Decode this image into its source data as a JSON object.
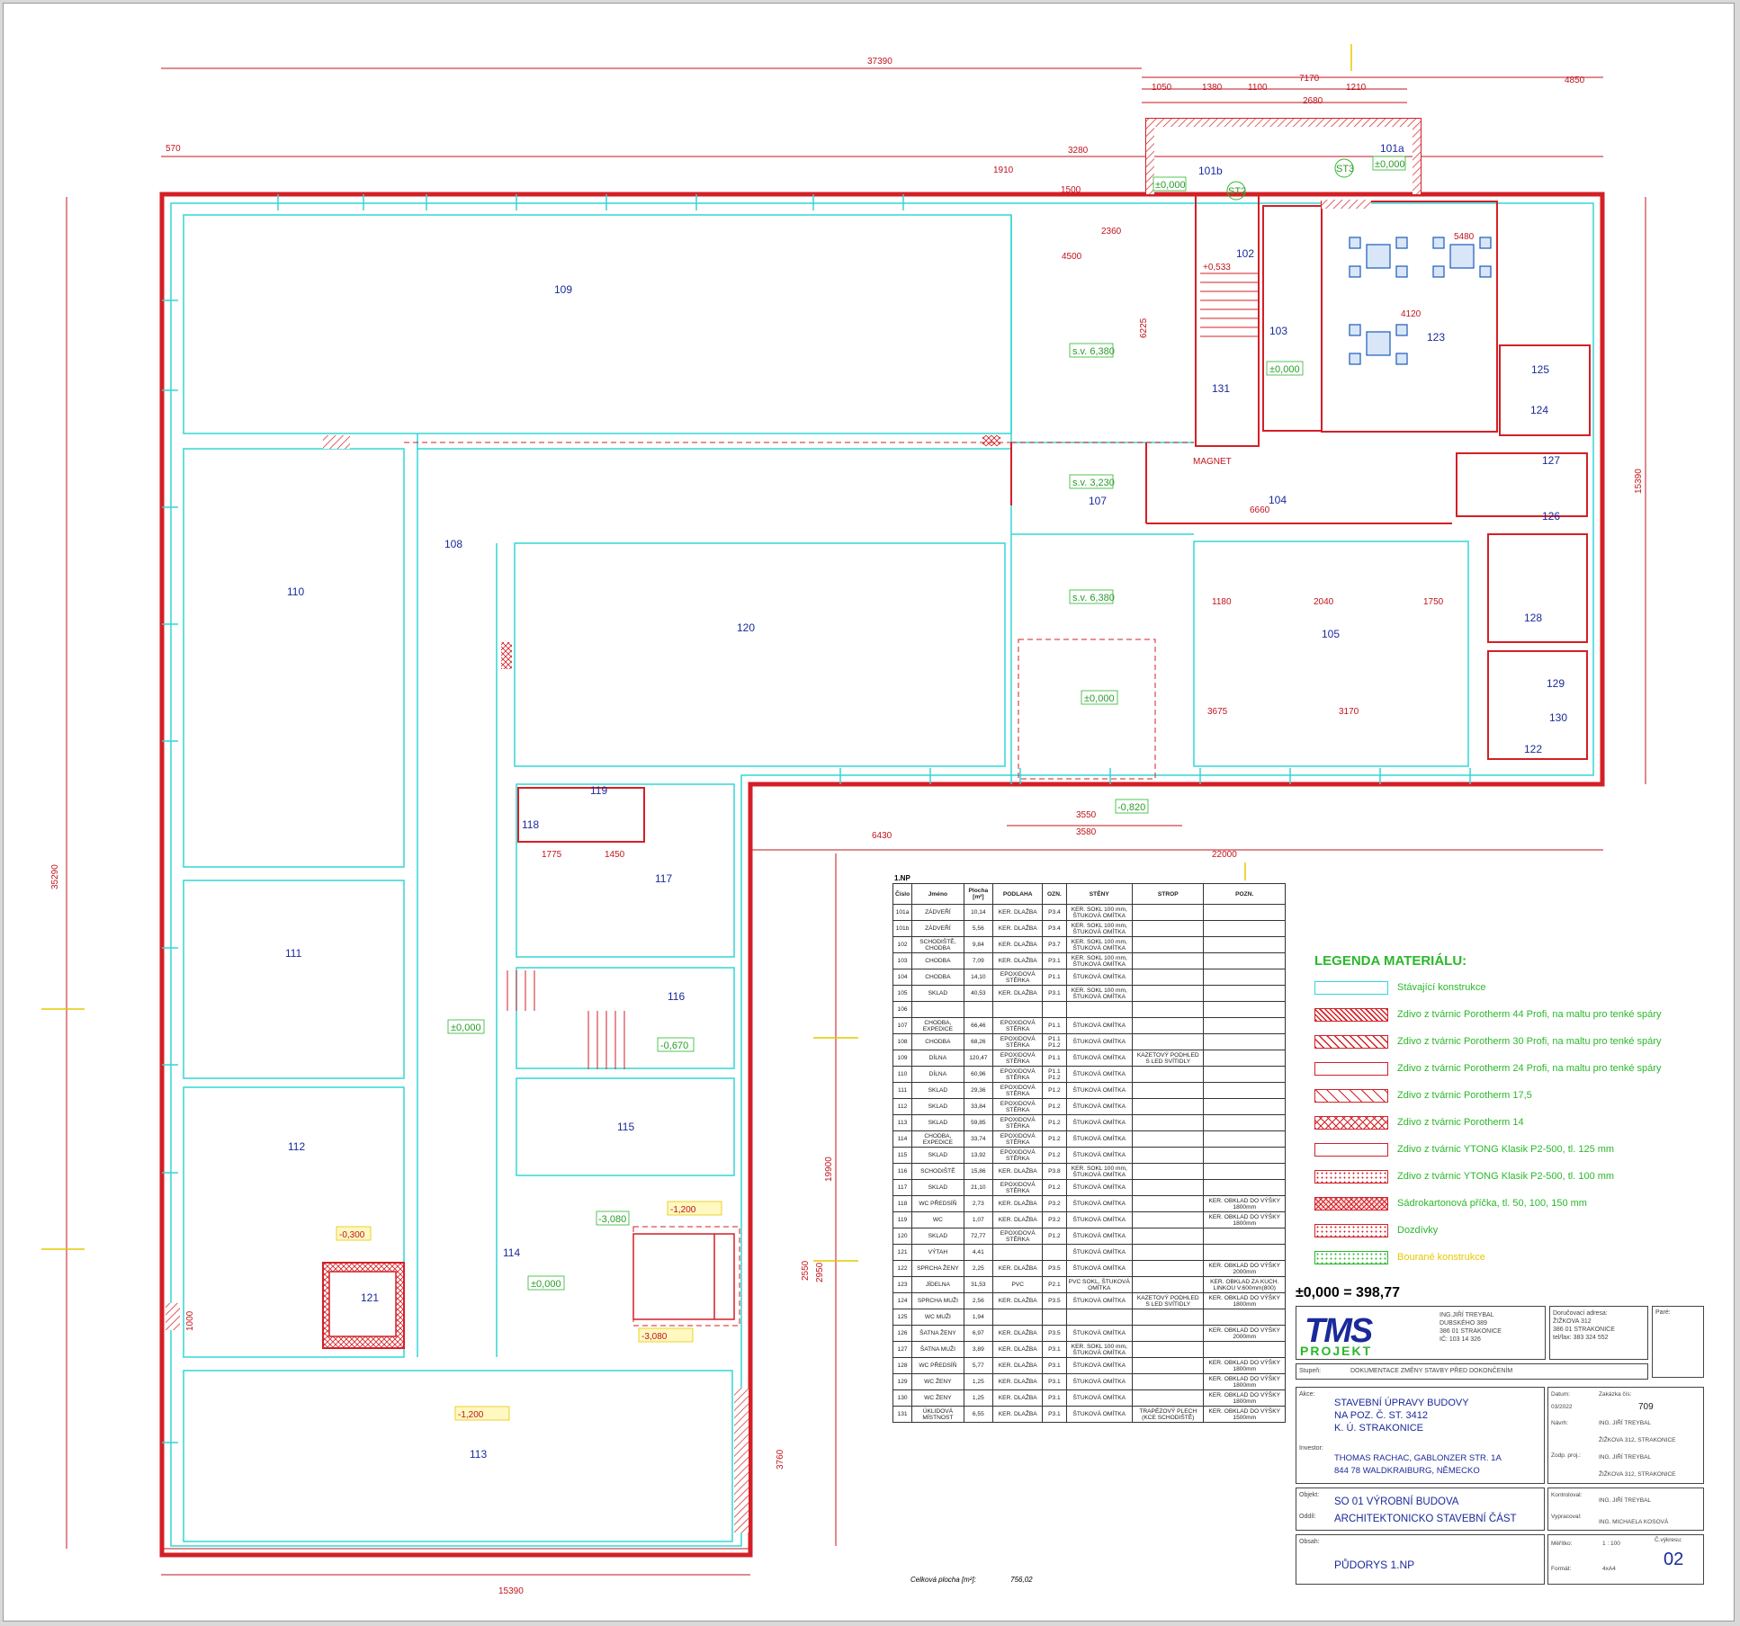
{
  "colors": {
    "existing": "#33d6d6",
    "new_wall": "#d41f26",
    "dim": "#c0141c",
    "room_no": "#1a2a9a",
    "green": "#2ab82a"
  },
  "dims": {
    "top_overall": "37390",
    "top_right_a": "7170",
    "top_right_b": "4850",
    "left_overall": "35290",
    "bottom_a": "15390",
    "bottom_b": "22000",
    "right_overall": "15390",
    "mid_vertical": "19900",
    "dims_570": "570",
    "d_1910": "1910",
    "d_1500": "1500",
    "d_6430": "6430",
    "d_3580": "3580",
    "d_3550": "3550",
    "d_4500": "4500",
    "d_6225": "6225",
    "d_6660": "6660",
    "d_1050": "1050",
    "d_1380": "1380",
    "d_1100": "1100",
    "d_1210": "1210",
    "d_2680": "2680",
    "d_3280": "3280",
    "d_2360": "2360",
    "d_5480": "5480",
    "d_4120": "4120",
    "d_3675": "3675",
    "d_3170": "3170",
    "d_1180": "1180",
    "d_2040": "2040",
    "d_1750": "1750",
    "d_3760": "3760",
    "d_2950": "2950",
    "d_2550": "2550",
    "d_1775": "1775",
    "d_1450": "1450",
    "d_1000": "1000"
  },
  "rooms": {
    "r101a": "101a",
    "r101b": "101b",
    "r102": "102",
    "r103": "103",
    "r104": "104",
    "r105": "105",
    "r107": "107",
    "r108": "108",
    "r109": "109",
    "r110": "110",
    "r111": "111",
    "r112": "112",
    "r113": "113",
    "r114": "114",
    "r115": "115",
    "r116": "116",
    "r117": "117",
    "r118": "118",
    "r119": "119",
    "r120": "120",
    "r121": "121",
    "r122": "122",
    "r123": "123",
    "r124": "124",
    "r125": "125",
    "r126": "126",
    "r127": "127",
    "r128": "128",
    "r129": "129",
    "r130": "130",
    "r131": "131"
  },
  "levels": {
    "l0": "±0,000",
    "sv6380": "s.v. 6,380",
    "sv3230": "s.v. 3,230",
    "m670": "-0,670",
    "m3080": "-3,080",
    "m820": "-0,820",
    "m300": "-0,300",
    "m1200": "-1,200",
    "p533": "+0,533",
    "ST2": "ST2",
    "ST3": "ST3",
    "magnet": "MAGNET"
  },
  "table": {
    "caption": "1.NP",
    "headers": [
      "Číslo",
      "Jméno",
      "Plocha [m²]",
      "PODLAHA",
      "OZN.",
      "STĚNY",
      "STROP",
      "POZN."
    ],
    "rows": [
      [
        "101a",
        "ZÁDVEŘÍ",
        "10,14",
        "KER. DLAŽBA",
        "P3.4",
        "KER. SOKL 100 mm, ŠTUKOVÁ OMÍTKA",
        "",
        ""
      ],
      [
        "101b",
        "ZÁDVEŘÍ",
        "5,56",
        "KER. DLAŽBA",
        "P3.4",
        "KER. SOKL 100 mm, ŠTUKOVÁ OMÍTKA",
        "",
        ""
      ],
      [
        "102",
        "SCHODIŠTĚ, CHODBA",
        "9,84",
        "KER. DLAŽBA",
        "P3.7",
        "KER. SOKL 100 mm, ŠTUKOVÁ OMÍTKA",
        "",
        ""
      ],
      [
        "103",
        "CHODBA",
        "7,09",
        "KER. DLAŽBA",
        "P3.1",
        "KER. SOKL 100 mm, ŠTUKOVÁ OMÍTKA",
        "",
        ""
      ],
      [
        "104",
        "CHODBA",
        "14,10",
        "EPOXIDOVÁ STĚRKA",
        "P1.1",
        "ŠTUKOVÁ OMÍTKA",
        "",
        ""
      ],
      [
        "105",
        "SKLAD",
        "40,53",
        "KER. DLAŽBA",
        "P3.1",
        "KER. SOKL 100 mm, ŠTUKOVÁ OMÍTKA",
        "",
        ""
      ],
      [
        "106",
        "",
        "",
        "",
        "",
        "",
        "",
        ""
      ],
      [
        "107",
        "CHODBA, EXPEDICE",
        "66,46",
        "EPOXIDOVÁ STĚRKA",
        "P1.1",
        "ŠTUKOVÁ OMÍTKA",
        "",
        ""
      ],
      [
        "108",
        "CHODBA",
        "68,26",
        "EPOXIDOVÁ STĚRKA",
        "P1.1 P1.2",
        "ŠTUKOVÁ OMÍTKA",
        "",
        ""
      ],
      [
        "109",
        "DÍLNA",
        "120,47",
        "EPOXIDOVÁ STĚRKA",
        "P1.1",
        "ŠTUKOVÁ OMÍTKA",
        "KAZETOVÝ PODHLED S LED SVÍTIDLY",
        ""
      ],
      [
        "110",
        "DÍLNA",
        "60,96",
        "EPOXIDOVÁ STĚRKA",
        "P1.1 P1.2",
        "ŠTUKOVÁ OMÍTKA",
        "",
        ""
      ],
      [
        "111",
        "SKLAD",
        "29,36",
        "EPOXIDOVÁ STĚRKA",
        "P1.2",
        "ŠTUKOVÁ OMÍTKA",
        "",
        ""
      ],
      [
        "112",
        "SKLAD",
        "33,84",
        "EPOXIDOVÁ STĚRKA",
        "P1.2",
        "ŠTUKOVÁ OMÍTKA",
        "",
        ""
      ],
      [
        "113",
        "SKLAD",
        "59,85",
        "EPOXIDOVÁ STĚRKA",
        "P1.2",
        "ŠTUKOVÁ OMÍTKA",
        "",
        ""
      ],
      [
        "114",
        "CHODBA, EXPEDICE",
        "33,74",
        "EPOXIDOVÁ STĚRKA",
        "P1.2",
        "ŠTUKOVÁ OMÍTKA",
        "",
        ""
      ],
      [
        "115",
        "SKLAD",
        "13,92",
        "EPOXIDOVÁ STĚRKA",
        "P1.2",
        "ŠTUKOVÁ OMÍTKA",
        "",
        ""
      ],
      [
        "116",
        "SCHODIŠTĚ",
        "15,86",
        "KER. DLAŽBA",
        "P3.8",
        "KER. SOKL 100 mm, ŠTUKOVÁ OMÍTKA",
        "",
        ""
      ],
      [
        "117",
        "SKLAD",
        "21,10",
        "EPOXIDOVÁ STĚRKA",
        "P1.2",
        "ŠTUKOVÁ OMÍTKA",
        "",
        ""
      ],
      [
        "118",
        "WC PŘEDSÍŇ",
        "2,73",
        "KER. DLAŽBA",
        "P3.2",
        "ŠTUKOVÁ OMÍTKA",
        "",
        "KER. OBKLAD DO VÝŠKY 1800mm"
      ],
      [
        "119",
        "WC",
        "1,07",
        "KER. DLAŽBA",
        "P3.2",
        "ŠTUKOVÁ OMÍTKA",
        "",
        "KER. OBKLAD DO VÝŠKY 1800mm"
      ],
      [
        "120",
        "SKLAD",
        "72,77",
        "EPOXIDOVÁ STĚRKA",
        "P1.2",
        "ŠTUKOVÁ OMÍTKA",
        "",
        ""
      ],
      [
        "121",
        "VÝTAH",
        "4,41",
        "",
        "",
        "ŠTUKOVÁ OMÍTKA",
        "",
        ""
      ],
      [
        "122",
        "SPRCHA ŽENY",
        "2,25",
        "KER. DLAŽBA",
        "P3.5",
        "ŠTUKOVÁ OMÍTKA",
        "",
        "KER. OBKLAD DO VÝŠKY 2000mm"
      ],
      [
        "123",
        "JÍDELNA",
        "31,53",
        "PVC",
        "P2.1",
        "PVC SOKL, ŠTUKOVÁ OMÍTKA",
        "",
        "KER. OBKLAD ZA KUCH. LINKOU V.600mm(800)"
      ],
      [
        "124",
        "SPRCHA MUŽI",
        "2,56",
        "KER. DLAŽBA",
        "P3.5",
        "ŠTUKOVÁ OMÍTKA",
        "KAZETOVÝ PODHLED S LED SVÍTIDLY",
        "KER. OBKLAD DO VÝŠKY 1800mm"
      ],
      [
        "125",
        "WC MUŽI",
        "1,94",
        "",
        "",
        "",
        "",
        ""
      ],
      [
        "126",
        "ŠATNA ŽENY",
        "6,97",
        "KER. DLAŽBA",
        "P3.5",
        "ŠTUKOVÁ OMÍTKA",
        "",
        "KER. OBKLAD DO VÝŠKY 2000mm"
      ],
      [
        "127",
        "ŠATNA MUŽI",
        "3,89",
        "KER. DLAŽBA",
        "P3.1",
        "KER. SOKL 100 mm, ŠTUKOVÁ OMÍTKA",
        "",
        ""
      ],
      [
        "128",
        "WC PŘEDSÍŇ",
        "5,77",
        "KER. DLAŽBA",
        "P3.1",
        "ŠTUKOVÁ OMÍTKA",
        "",
        "KER. OBKLAD DO VÝŠKY 1800mm"
      ],
      [
        "129",
        "WC ŽENY",
        "1,25",
        "KER. DLAŽBA",
        "P3.1",
        "ŠTUKOVÁ OMÍTKA",
        "",
        "KER. OBKLAD DO VÝŠKY 1800mm"
      ],
      [
        "130",
        "WC ŽENY",
        "1,25",
        "KER. DLAŽBA",
        "P3.1",
        "ŠTUKOVÁ OMÍTKA",
        "",
        "KER. OBKLAD DO VÝŠKY 1800mm"
      ],
      [
        "131",
        "ÚKLIDOVÁ MÍSTNOST",
        "6,55",
        "KER. DLAŽBA",
        "P3.1",
        "ŠTUKOVÁ OMÍTKA",
        "TRAPÉZOVÝ PLECH (KCE SCHODIŠTĚ)",
        "KER. OBKLAD DO VÝŠKY 1500mm"
      ]
    ],
    "total_label": "Celková plocha [m²]:",
    "total_value": "756,02"
  },
  "legend": {
    "title": "LEGENDA MATERIÁLU:",
    "items": [
      {
        "label": "Stávající konstrukce",
        "color": "#33d6d6",
        "pattern": "plain"
      },
      {
        "label": "Zdivo z tvárnic Porotherm 44 Profi, na maltu pro tenké spáry",
        "color": "#d41f26",
        "pattern": "hatch-dense"
      },
      {
        "label": "Zdivo z tvárnic Porotherm 30 Profi, na maltu pro tenké spáry",
        "color": "#d41f26",
        "pattern": "hatch"
      },
      {
        "label": "Zdivo z tvárnic Porotherm 24 Profi, na maltu pro tenké spáry",
        "color": "#d41f26",
        "pattern": "plain"
      },
      {
        "label": "Zdivo z tvárnic Porotherm 17,5",
        "color": "#d41f26",
        "pattern": "hatch-sparse"
      },
      {
        "label": "Zdivo z tvárnic Porotherm 14",
        "color": "#d41f26",
        "pattern": "cross"
      },
      {
        "label": "Zdivo z tvárnic YTONG Klasik P2-500, tl. 125 mm",
        "color": "#d41f26",
        "pattern": "plain"
      },
      {
        "label": "Zdivo z tvárnic YTONG Klasik P2-500, tl. 100 mm",
        "color": "#d41f26",
        "pattern": "dots"
      },
      {
        "label": "Sádrokartonová příčka, tl. 50, 100, 150 mm",
        "color": "#d41f26",
        "pattern": "cross-dense"
      },
      {
        "label": "Dozdívky",
        "color": "#d41f26",
        "pattern": "dots"
      },
      {
        "label": "Bourané konstrukce",
        "color": "#2ab82a",
        "pattern": "dots-green"
      }
    ]
  },
  "elevation": "±0,000 = 398,77",
  "titleblock": {
    "logo": "TMS",
    "logo_sub": "PROJEKT",
    "engineer": "ING.JIŘÍ TREYBAL",
    "eng_addr1": "DUBSKÉHO 389",
    "eng_addr2": "386 01 STRAKONICE",
    "eng_ic": "IČ: 103 14 326",
    "mail_label": "Doručovací adresa:",
    "mail1": "ŽIŽKOVA 312",
    "mail2": "386 01 STRAKONICE",
    "mail_tel": "tel/fax: 383 324 552",
    "stamp_label": "Paré:",
    "stage_label": "Stupeň:",
    "stage": "DOKUMENTACE ZMĚNY STAVBY PŘED DOKONČENÍM",
    "akce_label": "Akce:",
    "akce1": "STAVEBNÍ ÚPRAVY BUDOVY",
    "akce2": "NA POZ. Č. ST. 3412",
    "akce3": "K. Ú. STRAKONICE",
    "investor_label": "Investor:",
    "investor1": "THOMAS RACHAC, GABLONZER STR. 1A",
    "investor2": "844 78 WALDKRAIBURG, NĚMECKO",
    "datum_label": "Datum:",
    "datum": "03/2022",
    "zakazka_label": "Zakázka čís:",
    "zakazka": "709",
    "navrh_label": "Návrh:",
    "navrh": "ING. JIŘÍ TREYBAL",
    "navrh_addr": "ŽIŽKOVA 312, STRAKONICE",
    "zodp_label": "Zodp. proj.:",
    "zodp": "ING. JIŘÍ TREYBAL",
    "zodp_addr": "ŽIŽKOVA 312, STRAKONICE",
    "objekt_label": "Objekt:",
    "objekt": "SO 01 VÝROBNÍ BUDOVA",
    "oddil_label": "Oddíl:",
    "oddil": "ARCHITEKTONICKO STAVEBNÍ ČÁST",
    "kontr_label": "Kontroloval:",
    "kontr": "ING. JIŘÍ TREYBAL",
    "vyprac_label": "Vypracoval:",
    "vyprac": "ING. MICHAELA KOSOVÁ",
    "obsah_label": "Obsah:",
    "obsah": "PŮDORYS 1.NP",
    "meritko_label": "Měřítko:",
    "meritko": "1 : 100",
    "format_label": "Formát:",
    "format": "4xA4",
    "vykres_label": "Č.výkresu:",
    "vykres": "02"
  }
}
